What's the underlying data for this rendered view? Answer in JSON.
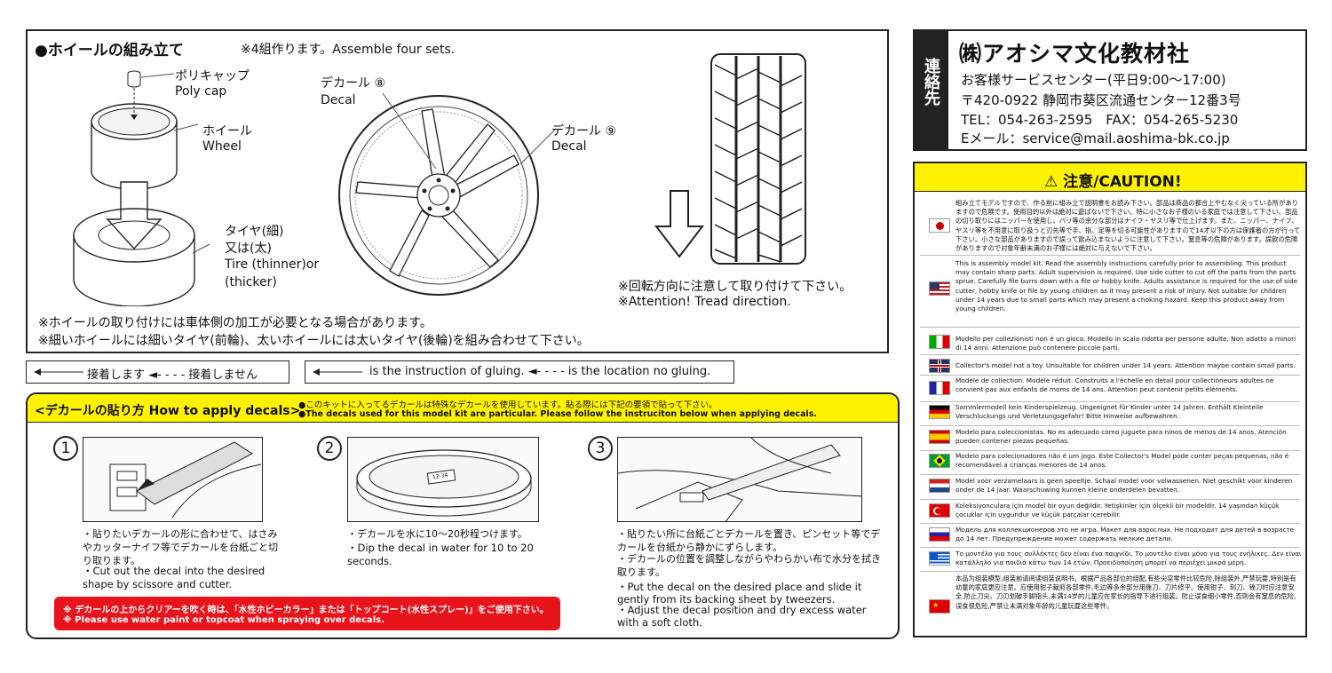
{
  "assembly": {
    "title": "●ホイールの組み立て",
    "note": "※4組作ります。Assemble four sets.",
    "polycap_jp": "ポリキャップ",
    "polycap_en": "Poly cap",
    "wheel_jp": "ホイール",
    "wheel_en": "Wheel",
    "tire_jp1": "タイヤ(細)",
    "tire_jp2": "又は(太)",
    "tire_en1": "Tire (thinner)or",
    "tire_en2": "(thicker)",
    "decal8_jp": "デカール ⑧",
    "decal8_en": "Decal",
    "decal9_jp": "デカール ⑨",
    "decal9_en": "Decal",
    "tread_jp": "※回転方向に注意して取り付けて下さい。",
    "tread_en": "※Attention! Tread direction.",
    "note1": "※ホイールの取り付けには車体側の加工が必要となる場合があります。",
    "note2": "※細いホイールには細いタイヤ(前輪)、太いホイールには太いタイヤ(後輪)を組み合わせて下さい。"
  },
  "glue": {
    "jp": "接着します ◄- - - - 接着しません",
    "en": "is the instruction of gluing. ◄- - - -  is the location no gluing."
  },
  "contact": {
    "label": "連絡先",
    "company": "㈱アオシマ文化教材社",
    "service": "お客様サービスセンター(平日9:00～17:00)",
    "address": "〒420-0922 静岡市葵区流通センター12番3号",
    "tel_fax": "TEL：054-263-2595　FAX：054-265-5230",
    "email": "Eメール：service@mail.aoshima-bk.co.jp"
  },
  "caution": {
    "title": "⚠ 注意/CAUTION!",
    "jp": "組み立てモデルですので、作る前に組み立て説明書をお読み下さい。部品は商品の都合上やむなく尖っている所がありますので危険です。使用目的以外は絶対に遊ばないで下さい。特に小さなお子様のいる家庭では注意して下さい。部品の切り取りにはニッパーを使用し、バリ等の余分な部分はナイフ・ヤスリ等で仕上げます。また、ニッパー、ナイフ、ヤスリ等を不用意に取り扱うと刃先等で手、指、足等を切る可能性がありますので14才以下の方は保護者の方が行って下さい。小さな部品がありますので誤って飲み込まないように注意して下さい。窒息等の危険があります。誤飲の危険がありますので対象年齢未満のお子様には絶対に与えないで下さい。",
    "us": "This is assembly model kit. Read the assembly instructions carefully prior to assembling. This product may contain sharp parts. Adult supervision is required. Use side cutter to cut off the parts from the parts sprue. Carefully file burrs down with a file or hobby knife. Adults assistance is required for the use of side cutter, hobby knife or file by young children as it may present a risk of injury. Not suitable for children under 14 years due to small parts which may present a choking hazard. Keep this product away from young children.",
    "it": "Modello per collezionisti non è un gioco. Modello in scala ridotta per persone adulte. Non adatto a minori di 14 anni. Attenzione può contenere piccole parti.",
    "uk": "Collector's model not a toy. Unsuitable for children under 14 years. Attention maybe contain small parts.",
    "fr": "Modèle de collection. Modèle réduit. Construits a l'échelle en detail pour collectioneurs adultes ne convient pas aux enfants de moms de 14 ans. Attention peut contenir petits éléments.",
    "de": "Sammlermodell kein Kinderspielzeug. Ungeeignet für Kinder unter 14 Jahren. Enthält Kleinteile Verschluckungs und Verletzungsgefahr! Bitte Hinweise aufbewahren.",
    "es": "Modelo para coleccionistas. No es adecuado como juguete para ninos de menos de 14 anos. Atención pueden contener piezas pequeñas.",
    "br": "Modelo para colecionadores não é um jogo. Este Collector's Model pode conter peças pequenas, não é recomendável a crianças menores de 14 anos.",
    "nl": "Model voor verzamelaars is geen speeltje. Schaal model voor volwassenen. Niet geschikt voor kinderen onder de 14 jaar. Waarschuwing kunnen kleine onderdelen bevatten.",
    "tr": "Koleksiyonculara için model bir oyun değildir. Yetişkinler için ölçekli bir modeldir. 14 yaşından küçük çocuklar için uygundur ve küçük parçalar içerebilir.",
    "ru": "Модель для коллекционеров это не игра. Макет для взрослых. Не подходит для детей в возрасте до 14 лет. Предупреждение может содержать мелкие детали.",
    "gr": "Το μοντέλο για τους συλλέκτες δεν είναι ένα παιχνίδι. Το μοντέλο είναι μόνο για τους ενήλικες. Δεν είναι κατάλληλο για παιδιά κάτω των 14 ετών. Προειδοποίηση μπορεί να περιέχει μικρά μέρη.",
    "cn": "本品为组装模型,组装前请阅读组装说明书。根据产品各部位的组配,有些尖突零件比较危险,除组装外,严禁玩耍,特别是有幼童的家庭更应注意。应使用钳子裁剪各部零件,毛边等多余部分用锉刀、刀片修平。使用钳子、刻刀、锉刀时应注意安全,防止刀尖、刀刃划破手脚指头,未满14岁的儿童应在家长的指导下进行组装。防止误食细小零件,否则会有窒息的危险,误食很危险,严禁让未满对象年龄的儿童玩耍这些零件。"
  },
  "decals": {
    "header": "<デカールの貼り方 How to apply decals>",
    "intro_jp": "●このキットに入ってるデカールは特殊なデカールを使用しています。貼る際には下記の要領で貼って下さい。",
    "intro_en": "●The decals used for this model kit are particular. Please follow the instruciton below when applying decals.",
    "step1_num": "1",
    "step1_jp": "・貼りたいデカールの形に合わせて、はさみやカッターナイフ等でデカールを台紙ごと切り取ります。",
    "step1_en": "・Cut out the decal into the desired shape by scissore and cutter.",
    "step2_num": "2",
    "step2_jp": "・デカールを水に10～20秒程つけます。",
    "step2_en": "・Dip the decal in water for 10 to 20 seconds.",
    "step3_num": "3",
    "step3_jp1": "・貼りたい所に台紙ごとデカールを置き、ピンセット等でデカールを台紙から静かにずらします。",
    "step3_jp2": "・デカールの位置を調整しながらやわらかい布で水分を拭き取ります。",
    "step3_en1": "・Put the decal on the desired place and slide it gently from its backing sheet by tweezers.",
    "step3_en2": "・Adjust the decal position and dry excess water with a soft cloth.",
    "warn_jp": "※ デカールの上からクリアーを吹く時は、「水性ホビーカラー」または「トップコート(水性スプレー)」をご使用下さい。",
    "warn_en": "※ Please use water paint or topcoat when spraying over decals.",
    "sample_label": "12-34"
  }
}
